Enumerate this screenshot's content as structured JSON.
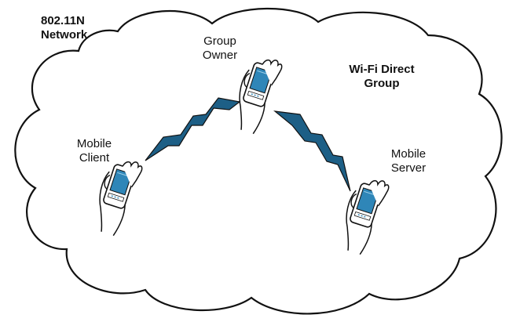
{
  "labels": {
    "network_line1": "802.11N",
    "network_line2": "Network",
    "group_owner_line1": "Group",
    "group_owner_line2": "Owner",
    "wifi_direct_line1": "Wi-Fi Direct",
    "wifi_direct_line2": "Group",
    "mobile_client_line1": "Mobile",
    "mobile_client_line2": "Client",
    "mobile_server_line1": "Mobile",
    "mobile_server_line2": "Server"
  },
  "colors": {
    "link_fill": "#1d5f86",
    "cloud_stroke": "#111111",
    "device_screen": "#2f86b8"
  },
  "icons": {
    "device": "hand-holding-phone-icon",
    "link": "lightning-bolt-link-icon",
    "cloud": "cloud-boundary-icon"
  }
}
